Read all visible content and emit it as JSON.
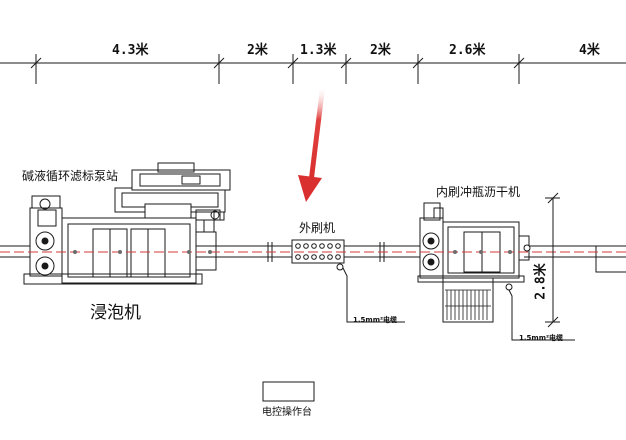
{
  "dimensions": {
    "d1": "4.3米",
    "d2": "2米",
    "d3": "1.3米",
    "d4": "2米",
    "d5": "2.6米",
    "d6": "4米",
    "height": "2.8米"
  },
  "machines": {
    "pump_station": "碱液循环滤标泵站",
    "soaking_machine": "浸泡机",
    "outer_brush": "外刷机",
    "inner_brush_dryer": "内刷冲瓶沥干机"
  },
  "cables": {
    "cable_a": "1.5mm²电缆",
    "cable_b": "1.5mm²电缆"
  },
  "console": {
    "label": "电控操作台"
  },
  "colors": {
    "line": "#1a1a1a",
    "centerline": "#d23a3a",
    "arrow": "#e0413f"
  }
}
